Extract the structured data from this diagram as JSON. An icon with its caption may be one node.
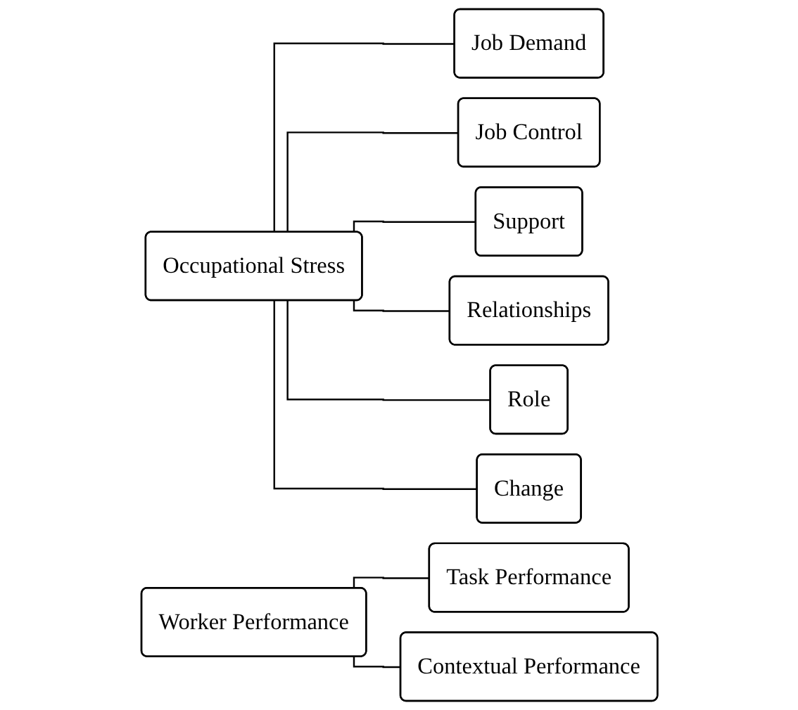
{
  "diagram": {
    "nodes": [
      {
        "text": [
          "Occupational Stress"
        ]
      },
      {
        "text": [
          "Job Demand"
        ]
      },
      {
        "text": [
          "Job Control"
        ]
      },
      {
        "text": [
          "Support"
        ]
      },
      {
        "text": [
          "Relationships"
        ]
      },
      {
        "text": [
          "Role"
        ]
      },
      {
        "text": [
          "Change"
        ]
      },
      {
        "text": [
          "Worker Performance"
        ]
      },
      {
        "text": [
          "Task Performance"
        ]
      },
      {
        "text": [
          "Contextual Performance"
        ]
      }
    ],
    "edges": [
      {
        "from": 0,
        "to": 1,
        "arrow": "none"
      },
      {
        "from": 0,
        "to": 2,
        "arrow": "none"
      },
      {
        "from": 0,
        "to": 3,
        "arrow": "none"
      },
      {
        "from": 0,
        "to": 4,
        "arrow": "none"
      },
      {
        "from": 0,
        "to": 5,
        "arrow": "none"
      },
      {
        "from": 0,
        "to": 6,
        "arrow": "none"
      },
      {
        "from": 7,
        "to": 8,
        "arrow": "none"
      },
      {
        "from": 7,
        "to": 9,
        "arrow": "none"
      }
    ]
  }
}
